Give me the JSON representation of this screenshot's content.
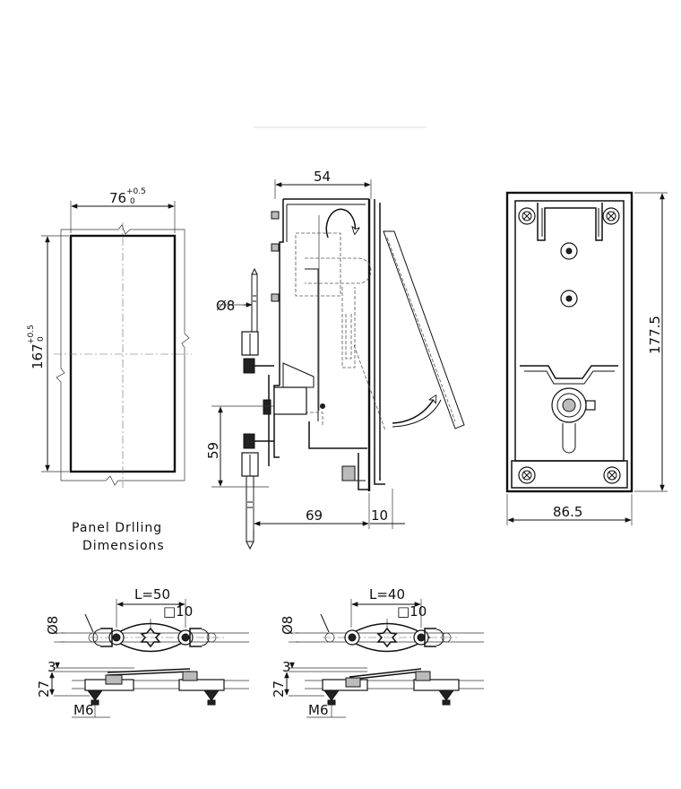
{
  "panel_drilling": {
    "width_dim": "76",
    "width_tol_upper": "+0.5",
    "width_tol_lower": "0",
    "height_dim": "167",
    "height_tol_upper": "+0.5",
    "height_tol_lower": "0",
    "caption_line1": "Panel Drlling",
    "caption_line2": "Dimensions"
  },
  "side_view": {
    "top_width": "54",
    "rod_diameter": "Ø8",
    "height_lower": "59",
    "depth": "69",
    "flange": "10"
  },
  "front_view": {
    "height": "177.5",
    "width": "86.5"
  },
  "cam_left": {
    "length": "L=50",
    "square": "□10",
    "rod_diameter": "Ø8",
    "plate": "3",
    "height": "27",
    "thread": "M6"
  },
  "cam_right": {
    "length": "L=40",
    "square": "□10",
    "rod_diameter": "Ø8",
    "plate": "3",
    "height": "27",
    "thread": "M6"
  }
}
